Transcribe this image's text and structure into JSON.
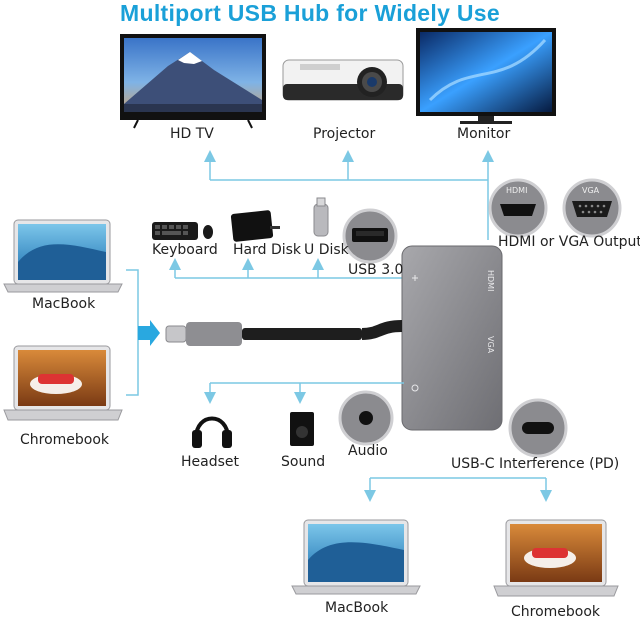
{
  "title": "Multiport USB Hub for Widely Use",
  "displays": {
    "hdtv": "HD TV",
    "projector": "Projector",
    "monitor": "Monitor"
  },
  "usb": {
    "keyboard": "Keyboard",
    "hard_disk": "Hard Disk",
    "u_disk": "U Disk",
    "usb3": "USB 3.0"
  },
  "video_out": {
    "label": "HDMI or VGA Output",
    "hdmi_tag": "HDMI",
    "vga_tag": "VGA"
  },
  "hub_ports": {
    "hdmi": "HDMI",
    "vga": "VGA"
  },
  "hosts_left": {
    "macbook": "MacBook",
    "chromebook": "Chromebook"
  },
  "audio": {
    "headset": "Headset",
    "sound": "Sound",
    "audio": "Audio"
  },
  "pd": {
    "label": "USB-C Interference (PD)"
  },
  "hosts_bottom": {
    "macbook": "MacBook",
    "chromebook": "Chromebook"
  },
  "colors": {
    "title": "#1aa0d8",
    "arrow": "#7cc8e4",
    "hub": "#8c8c90",
    "cable": "#1e1e1e"
  }
}
